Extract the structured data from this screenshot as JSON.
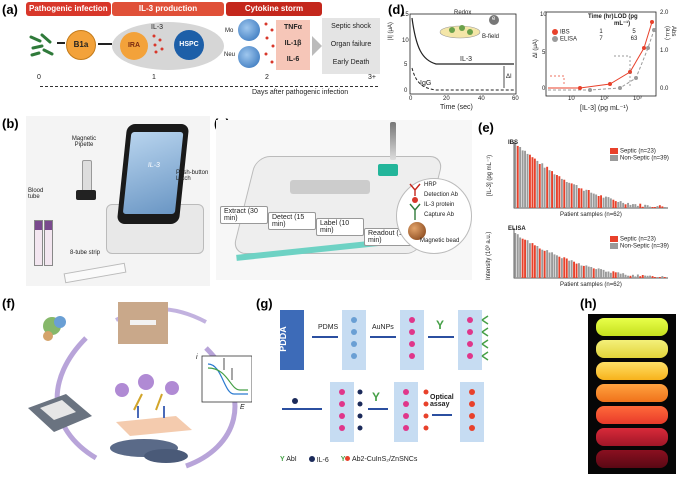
{
  "panels": {
    "a": "(a)",
    "b": "(b)",
    "c": "(c)",
    "d": "(d)",
    "e": "(e)",
    "f": "(f)",
    "g": "(g)",
    "h": "(h)"
  },
  "panel_a": {
    "header": [
      "Pathogenic infection",
      "IL-3 production",
      "Cytokine storm"
    ],
    "cells": {
      "b1a": "B1a",
      "ira": "IRA",
      "il3": "IL-3",
      "hspc": "HSPC",
      "mo": "Mo",
      "neu": "Neu"
    },
    "cytokines": [
      "TNFα",
      "IL-1β",
      "IL-6"
    ],
    "outcomes": [
      "Septic shock",
      "Organ failure",
      "Early Death"
    ],
    "timeline_ticks": [
      "0",
      "1",
      "2",
      "3+"
    ],
    "timeline_label": "Days after pathogenic infection"
  },
  "panel_b": {
    "labels": {
      "pipette": "Magnetic Pipette",
      "blood": "Blood tube",
      "latch": "Push-button Latch",
      "strip": "8-tube strip",
      "screen": "IL-3"
    }
  },
  "panel_c": {
    "steps": [
      "Extract (30 min)",
      "Detect (15 min)",
      "Label (10 min)",
      "Readout (1 min)"
    ],
    "legend": [
      "HRP",
      "Detection Ab",
      "IL-3 protein",
      "Capture Ab",
      "Magnetic bead"
    ]
  },
  "panel_d": {
    "left": {
      "ylabel": "|I| (μA)",
      "xlabel": "Time (sec)",
      "curves": [
        "IL-3",
        "IgG"
      ],
      "delta": "ΔI",
      "redox": "Redox",
      "bfield": "B-field",
      "electron": "e",
      "xticks": [
        "0",
        "20",
        "40",
        "60"
      ],
      "yticks": [
        "0",
        "5",
        "10",
        "15"
      ]
    },
    "right": {
      "ylabel_left": "ΔI (μA)",
      "ylabel_right": "Abs (a.u.)",
      "xlabel": "[IL-3] (pg mL⁻¹)",
      "xticks": [
        "10",
        "10²",
        "10³"
      ],
      "yticks_left": [
        "0",
        "5",
        "10"
      ],
      "yticks_right": [
        "0.0",
        "1.0",
        "2.0"
      ],
      "table_header": [
        "",
        "Time (hr)",
        "LOD (pg mL⁻¹)"
      ],
      "table_rows": [
        [
          "IBS",
          "1",
          "5"
        ],
        [
          "ELISA",
          "7",
          "63"
        ]
      ]
    }
  },
  "panel_e": {
    "top": {
      "title": "IBS",
      "ylabel": "[IL-3] (pg mL⁻¹)",
      "xlabel": "Patient samples (n=62)",
      "yticks": [
        "0",
        "500",
        "1000"
      ],
      "legend": [
        "Septic (n=23)",
        "Non-Septic (n=39)"
      ]
    },
    "bottom": {
      "title": "ELISA",
      "ylabel": "Intensity (10³ a.u.)",
      "xlabel": "Patient samples (n=62)",
      "yticks": [
        "0",
        "5",
        "10"
      ],
      "legend": [
        "Septic (n=23)",
        "Non-Septic (n=39)"
      ]
    }
  },
  "panel_f": {
    "axis_i": "i",
    "axis_e": "E"
  },
  "panel_g": {
    "labels": [
      "PDDA",
      "PDMS",
      "AuNPs",
      "Optical assay"
    ],
    "legend": [
      "AbI",
      "IL-6",
      "Ab2-CuInS₂/ZnSNCs"
    ]
  },
  "colors": {
    "red": "#e8412b",
    "grey": "#9a9a9a",
    "header_red": "#d8372a",
    "blue_cell": "#1d5fa8",
    "orange_cell": "#f3a23a",
    "teal": "#23b59a"
  }
}
